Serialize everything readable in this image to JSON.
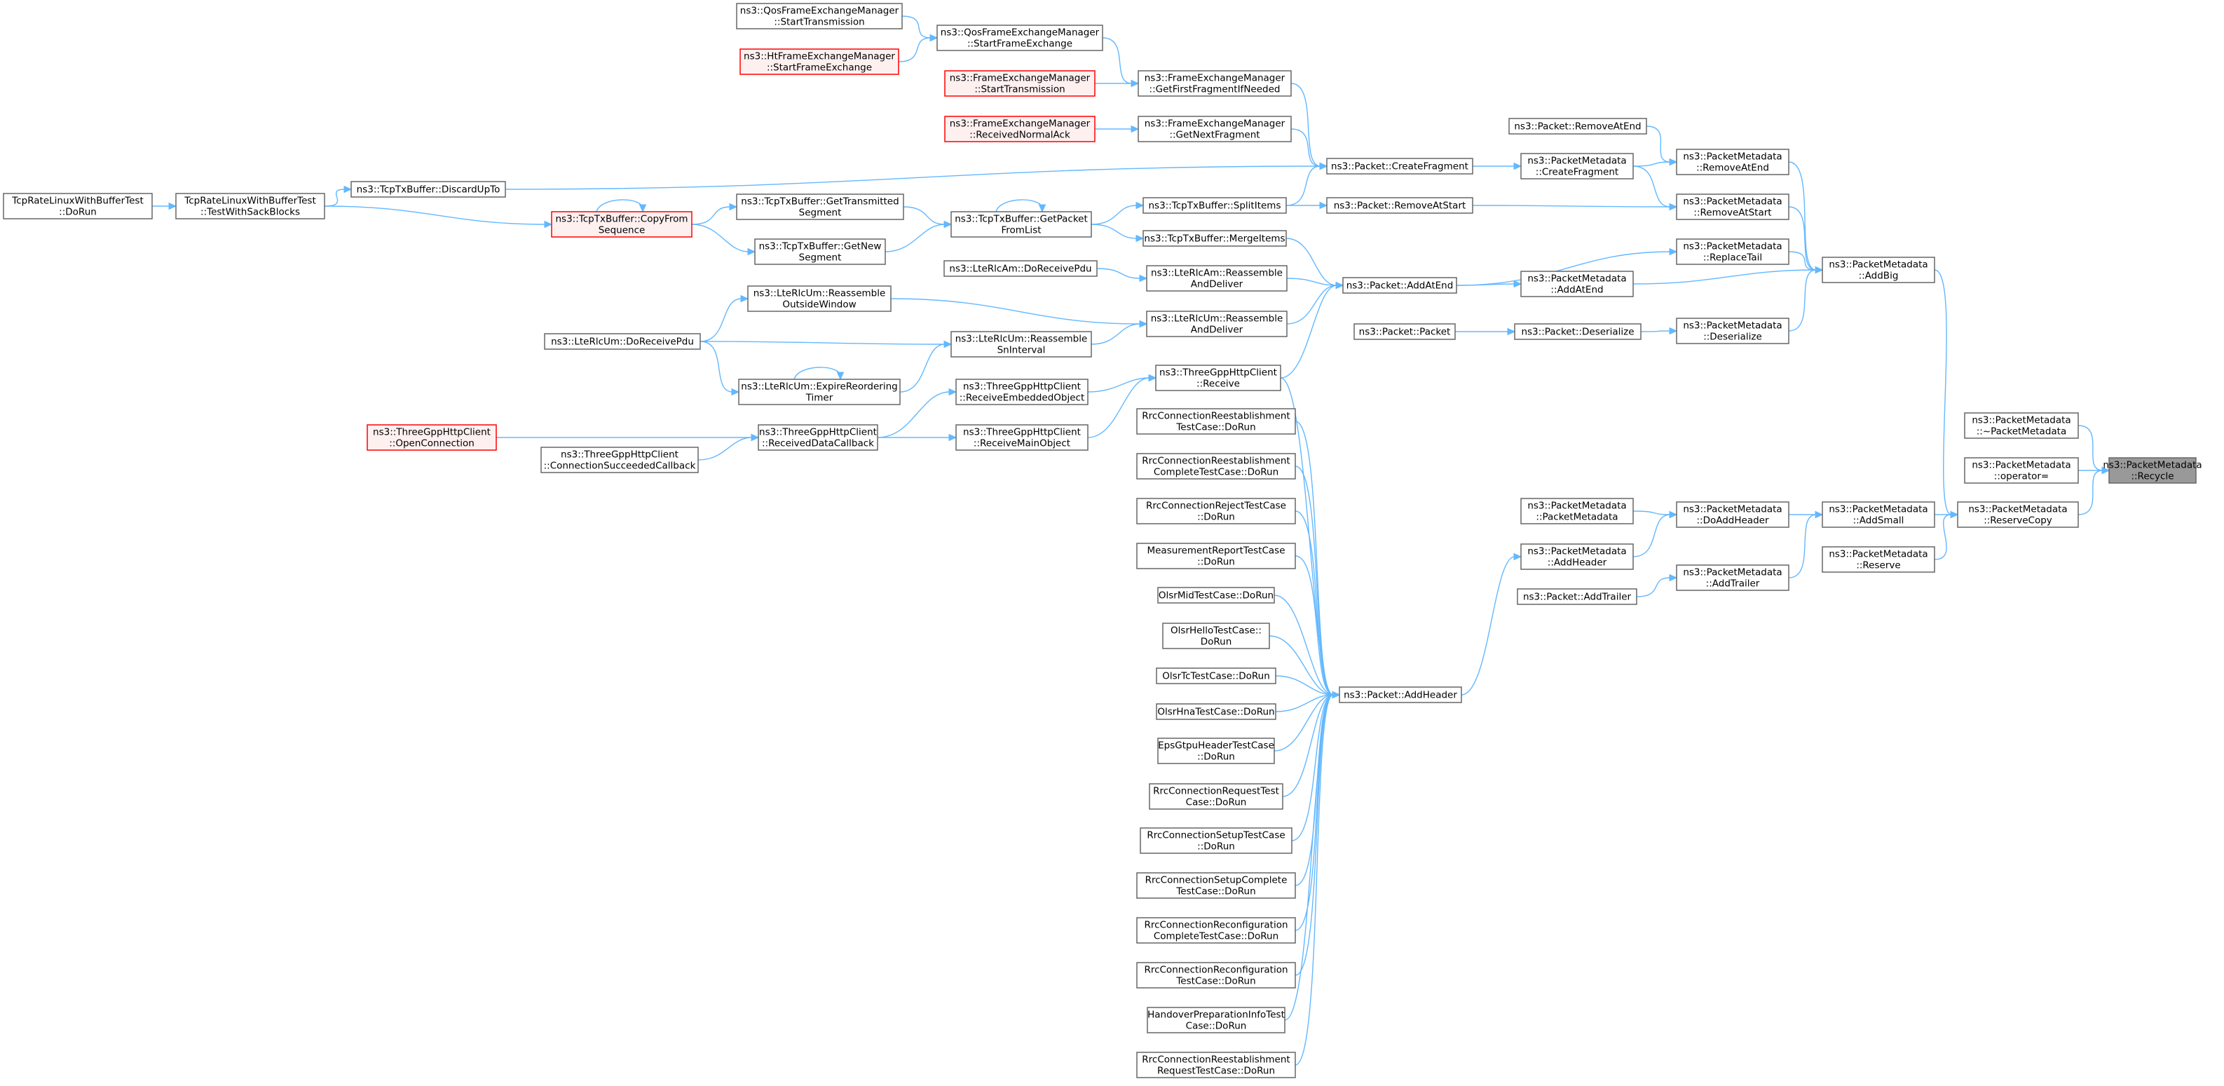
{
  "colors": {
    "edge": "#63b8ff",
    "node_border": "#666666",
    "node_fill": "#ffffff",
    "red_border": "#ff0000",
    "red_fill": "#fff0f0",
    "focus_fill": "#999999",
    "text": "#000000"
  },
  "nodes": [
    {
      "id": "recycle",
      "lines": [
        "ns3::PacketMetadata",
        "::Recycle"
      ],
      "style": "focus"
    },
    {
      "id": "dtor",
      "lines": [
        "ns3::PacketMetadata",
        "::~PacketMetadata"
      ],
      "style": "normal"
    },
    {
      "id": "opeq",
      "lines": [
        "ns3::PacketMetadata",
        "::operator="
      ],
      "style": "normal"
    },
    {
      "id": "reservecopy",
      "lines": [
        "ns3::PacketMetadata",
        "::ReserveCopy"
      ],
      "style": "normal"
    },
    {
      "id": "addbig",
      "lines": [
        "ns3::PacketMetadata",
        "::AddBig"
      ],
      "style": "normal"
    },
    {
      "id": "addsmall",
      "lines": [
        "ns3::PacketMetadata",
        "::AddSmall"
      ],
      "style": "normal"
    },
    {
      "id": "reserve",
      "lines": [
        "ns3::PacketMetadata",
        "::Reserve"
      ],
      "style": "normal"
    },
    {
      "id": "pm_removeatend",
      "lines": [
        "ns3::PacketMetadata",
        "::RemoveAtEnd"
      ],
      "style": "normal"
    },
    {
      "id": "pm_removeatstart",
      "lines": [
        "ns3::PacketMetadata",
        "::RemoveAtStart"
      ],
      "style": "normal"
    },
    {
      "id": "pm_replacetail",
      "lines": [
        "ns3::PacketMetadata",
        "::ReplaceTail"
      ],
      "style": "normal"
    },
    {
      "id": "pm_addatend",
      "lines": [
        "ns3::PacketMetadata",
        "::AddAtEnd"
      ],
      "style": "normal"
    },
    {
      "id": "pm_deserialize",
      "lines": [
        "ns3::PacketMetadata",
        "::Deserialize"
      ],
      "style": "normal"
    },
    {
      "id": "pm_doaddheader",
      "lines": [
        "ns3::PacketMetadata",
        "::DoAddHeader"
      ],
      "style": "normal"
    },
    {
      "id": "pm_addtrailer",
      "lines": [
        "ns3::PacketMetadata",
        "::AddTrailer"
      ],
      "style": "normal"
    },
    {
      "id": "pm_createfragment",
      "lines": [
        "ns3::PacketMetadata",
        "::CreateFragment"
      ],
      "style": "normal"
    },
    {
      "id": "p_removeatend",
      "lines": [
        "ns3::Packet::RemoveAtEnd"
      ],
      "style": "normal"
    },
    {
      "id": "p_createfragment",
      "lines": [
        "ns3::Packet::CreateFragment"
      ],
      "style": "normal"
    },
    {
      "id": "p_removeatstart",
      "lines": [
        "ns3::Packet::RemoveAtStart"
      ],
      "style": "normal"
    },
    {
      "id": "p_addatend",
      "lines": [
        "ns3::Packet::AddAtEnd"
      ],
      "style": "normal"
    },
    {
      "id": "p_packet",
      "lines": [
        "ns3::Packet::Packet"
      ],
      "style": "normal"
    },
    {
      "id": "p_deserialize",
      "lines": [
        "ns3::Packet::Deserialize"
      ],
      "style": "normal"
    },
    {
      "id": "pm_packetmetadata",
      "lines": [
        "ns3::PacketMetadata",
        "::PacketMetadata"
      ],
      "style": "normal"
    },
    {
      "id": "pm_addheader",
      "lines": [
        "ns3::PacketMetadata",
        "::AddHeader"
      ],
      "style": "normal"
    },
    {
      "id": "p_addtrailer",
      "lines": [
        "ns3::Packet::AddTrailer"
      ],
      "style": "normal"
    },
    {
      "id": "p_addheader",
      "lines": [
        "ns3::Packet::AddHeader"
      ],
      "style": "normal"
    },
    {
      "id": "fem_getfirst",
      "lines": [
        "ns3::FrameExchangeManager",
        "::GetFirstFragmentIfNeeded"
      ],
      "style": "normal"
    },
    {
      "id": "fem_getnext",
      "lines": [
        "ns3::FrameExchangeManager",
        "::GetNextFragment"
      ],
      "style": "normal"
    },
    {
      "id": "tcp_splititems",
      "lines": [
        "ns3::TcpTxBuffer::SplitItems"
      ],
      "style": "normal"
    },
    {
      "id": "tcp_discardupto",
      "lines": [
        "ns3::TcpTxBuffer::DiscardUpTo"
      ],
      "style": "normal"
    },
    {
      "id": "tcp_mergeitems",
      "lines": [
        "ns3::TcpTxBuffer::MergeItems"
      ],
      "style": "normal"
    },
    {
      "id": "am_reassemble",
      "lines": [
        "ns3::LteRlcAm::Reassemble",
        "AndDeliver"
      ],
      "style": "normal"
    },
    {
      "id": "um_reassemble",
      "lines": [
        "ns3::LteRlcUm::Reassemble",
        "AndDeliver"
      ],
      "style": "normal"
    },
    {
      "id": "http_receive",
      "lines": [
        "ns3::ThreeGppHttpClient",
        "::Receive"
      ],
      "style": "normal"
    },
    {
      "id": "qos_startfe",
      "lines": [
        "ns3::QosFrameExchangeManager",
        "::StartFrameExchange"
      ],
      "style": "normal"
    },
    {
      "id": "fem_starttx",
      "lines": [
        "ns3::FrameExchangeManager",
        "::StartTransmission"
      ],
      "style": "red"
    },
    {
      "id": "fem_recvack",
      "lines": [
        "ns3::FrameExchangeManager",
        "::ReceivedNormalAck"
      ],
      "style": "red"
    },
    {
      "id": "qos_starttx",
      "lines": [
        "ns3::QosFrameExchangeManager",
        "::StartTransmission"
      ],
      "style": "normal"
    },
    {
      "id": "ht_startfe",
      "lines": [
        "ns3::HtFrameExchangeManager",
        "::StartFrameExchange"
      ],
      "style": "red"
    },
    {
      "id": "tcp_getpacket",
      "lines": [
        "ns3::TcpTxBuffer::GetPacket",
        "FromList"
      ],
      "style": "normal"
    },
    {
      "id": "tcp_gettransmitted",
      "lines": [
        "ns3::TcpTxBuffer::GetTransmitted",
        "Segment"
      ],
      "style": "normal"
    },
    {
      "id": "tcp_getnew",
      "lines": [
        "ns3::TcpTxBuffer::GetNew",
        "Segment"
      ],
      "style": "normal"
    },
    {
      "id": "tcp_copyfrom",
      "lines": [
        "ns3::TcpTxBuffer::CopyFrom",
        "Sequence"
      ],
      "style": "red"
    },
    {
      "id": "tcprate_testsack",
      "lines": [
        "TcpRateLinuxWithBufferTest",
        "::TestWithSackBlocks"
      ],
      "style": "normal"
    },
    {
      "id": "tcprate_dorun",
      "lines": [
        "TcpRateLinuxWithBufferTest",
        "::DoRun"
      ],
      "style": "normal"
    },
    {
      "id": "am_doreceive",
      "lines": [
        "ns3::LteRlcAm::DoReceivePdu"
      ],
      "style": "normal"
    },
    {
      "id": "um_snint",
      "lines": [
        "ns3::LteRlcUm::Reassemble",
        "SnInterval"
      ],
      "style": "normal"
    },
    {
      "id": "um_outside",
      "lines": [
        "ns3::LteRlcUm::Reassemble",
        "OutsideWindow"
      ],
      "style": "normal"
    },
    {
      "id": "um_doreceive",
      "lines": [
        "ns3::LteRlcUm::DoReceivePdu"
      ],
      "style": "normal"
    },
    {
      "id": "um_expire",
      "lines": [
        "ns3::LteRlcUm::ExpireReordering",
        "Timer"
      ],
      "style": "normal"
    },
    {
      "id": "http_recvembedded",
      "lines": [
        "ns3::ThreeGppHttpClient",
        "::ReceiveEmbeddedObject"
      ],
      "style": "normal"
    },
    {
      "id": "http_recvmain",
      "lines": [
        "ns3::ThreeGppHttpClient",
        "::ReceiveMainObject"
      ],
      "style": "normal"
    },
    {
      "id": "http_recvdata",
      "lines": [
        "ns3::ThreeGppHttpClient",
        "::ReceivedDataCallback"
      ],
      "style": "normal"
    },
    {
      "id": "http_connsucc",
      "lines": [
        "ns3::ThreeGppHttpClient",
        "::ConnectionSucceededCallback"
      ],
      "style": "normal"
    },
    {
      "id": "http_openconn",
      "lines": [
        "ns3::ThreeGppHttpClient",
        "::OpenConnection"
      ],
      "style": "red"
    },
    {
      "id": "t1",
      "lines": [
        "RrcConnectionReestablishment",
        "TestCase::DoRun"
      ],
      "style": "normal"
    },
    {
      "id": "t2",
      "lines": [
        "RrcConnectionReestablishment",
        "CompleteTestCase::DoRun"
      ],
      "style": "normal"
    },
    {
      "id": "t3",
      "lines": [
        "RrcConnectionRejectTestCase",
        "::DoRun"
      ],
      "style": "normal"
    },
    {
      "id": "t4",
      "lines": [
        "MeasurementReportTestCase",
        "::DoRun"
      ],
      "style": "normal"
    },
    {
      "id": "t5",
      "lines": [
        "OlsrMidTestCase::DoRun"
      ],
      "style": "normal"
    },
    {
      "id": "t6",
      "lines": [
        "OlsrHelloTestCase::",
        "DoRun"
      ],
      "style": "normal"
    },
    {
      "id": "t7",
      "lines": [
        "OlsrTcTestCase::DoRun"
      ],
      "style": "normal"
    },
    {
      "id": "t8",
      "lines": [
        "OlsrHnaTestCase::DoRun"
      ],
      "style": "normal"
    },
    {
      "id": "t9",
      "lines": [
        "EpsGtpuHeaderTestCase",
        "::DoRun"
      ],
      "style": "normal"
    },
    {
      "id": "t10",
      "lines": [
        "RrcConnectionRequestTest",
        "Case::DoRun"
      ],
      "style": "normal"
    },
    {
      "id": "t11",
      "lines": [
        "RrcConnectionSetupTestCase",
        "::DoRun"
      ],
      "style": "normal"
    },
    {
      "id": "t12",
      "lines": [
        "RrcConnectionSetupComplete",
        "TestCase::DoRun"
      ],
      "style": "normal"
    },
    {
      "id": "t13",
      "lines": [
        "RrcConnectionReconfiguration",
        "CompleteTestCase::DoRun"
      ],
      "style": "normal"
    },
    {
      "id": "t14",
      "lines": [
        "RrcConnectionReconfiguration",
        "TestCase::DoRun"
      ],
      "style": "normal"
    },
    {
      "id": "t15",
      "lines": [
        "HandoverPreparationInfoTest",
        "Case::DoRun"
      ],
      "style": "normal"
    },
    {
      "id": "t16",
      "lines": [
        "RrcConnectionReestablishment",
        "RequestTestCase::DoRun"
      ],
      "style": "normal"
    }
  ],
  "edges": [
    [
      "dtor",
      "recycle"
    ],
    [
      "opeq",
      "recycle"
    ],
    [
      "reservecopy",
      "recycle"
    ],
    [
      "addbig",
      "reservecopy"
    ],
    [
      "addsmall",
      "reservecopy"
    ],
    [
      "reserve",
      "reservecopy"
    ],
    [
      "pm_removeatend",
      "addbig"
    ],
    [
      "pm_removeatstart",
      "addbig"
    ],
    [
      "pm_replacetail",
      "addbig"
    ],
    [
      "pm_addatend",
      "addbig"
    ],
    [
      "pm_deserialize",
      "addbig"
    ],
    [
      "pm_doaddheader",
      "addsmall"
    ],
    [
      "pm_addtrailer",
      "addsmall"
    ],
    [
      "pm_createfragment",
      "pm_removeatend"
    ],
    [
      "pm_createfragment",
      "pm_removeatstart"
    ],
    [
      "p_removeatend",
      "pm_removeatend"
    ],
    [
      "p_removeatstart",
      "pm_removeatstart"
    ],
    [
      "p_addatend",
      "pm_replacetail"
    ],
    [
      "p_addatend",
      "pm_addatend"
    ],
    [
      "p_deserialize",
      "pm_deserialize"
    ],
    [
      "pm_packetmetadata",
      "pm_doaddheader"
    ],
    [
      "pm_addheader",
      "pm_doaddheader"
    ],
    [
      "p_addtrailer",
      "pm_addtrailer"
    ],
    [
      "p_addheader",
      "pm_addheader"
    ],
    [
      "p_createfragment",
      "pm_createfragment"
    ],
    [
      "p_packet",
      "p_deserialize"
    ],
    [
      "fem_getfirst",
      "p_createfragment"
    ],
    [
      "fem_getnext",
      "p_createfragment"
    ],
    [
      "tcp_splititems",
      "p_createfragment"
    ],
    [
      "tcp_discardupto",
      "p_createfragment"
    ],
    [
      "tcp_splititems",
      "p_removeatstart"
    ],
    [
      "tcp_mergeitems",
      "p_addatend"
    ],
    [
      "am_reassemble",
      "p_addatend"
    ],
    [
      "um_reassemble",
      "p_addatend"
    ],
    [
      "http_receive",
      "p_addatend"
    ],
    [
      "qos_startfe",
      "fem_getfirst"
    ],
    [
      "fem_starttx",
      "fem_getfirst"
    ],
    [
      "fem_recvack",
      "fem_getnext"
    ],
    [
      "qos_starttx",
      "qos_startfe"
    ],
    [
      "ht_startfe",
      "qos_startfe"
    ],
    [
      "tcp_getpacket",
      "tcp_splititems"
    ],
    [
      "tcp_getpacket",
      "tcp_mergeitems"
    ],
    [
      "tcp_getpacket",
      "tcp_getpacket"
    ],
    [
      "tcp_gettransmitted",
      "tcp_getpacket"
    ],
    [
      "tcp_getnew",
      "tcp_getpacket"
    ],
    [
      "tcp_copyfrom",
      "tcp_gettransmitted"
    ],
    [
      "tcp_copyfrom",
      "tcp_getnew"
    ],
    [
      "tcp_copyfrom",
      "tcp_copyfrom"
    ],
    [
      "tcprate_testsack",
      "tcp_discardupto"
    ],
    [
      "tcprate_testsack",
      "tcp_copyfrom"
    ],
    [
      "tcprate_dorun",
      "tcprate_testsack"
    ],
    [
      "am_doreceive",
      "am_reassemble"
    ],
    [
      "um_snint",
      "um_reassemble"
    ],
    [
      "um_outside",
      "um_reassemble"
    ],
    [
      "um_doreceive",
      "um_outside"
    ],
    [
      "um_doreceive",
      "um_snint"
    ],
    [
      "um_doreceive",
      "um_expire"
    ],
    [
      "um_expire",
      "um_snint"
    ],
    [
      "um_expire",
      "um_expire"
    ],
    [
      "http_recvembedded",
      "http_receive"
    ],
    [
      "http_recvmain",
      "http_receive"
    ],
    [
      "http_recvdata",
      "http_recvembedded"
    ],
    [
      "http_recvdata",
      "http_recvmain"
    ],
    [
      "http_connsucc",
      "http_recvdata"
    ],
    [
      "http_openconn",
      "http_recvdata"
    ],
    [
      "http_receive",
      "p_addheader"
    ],
    [
      "t1",
      "p_addheader"
    ],
    [
      "t2",
      "p_addheader"
    ],
    [
      "t3",
      "p_addheader"
    ],
    [
      "t4",
      "p_addheader"
    ],
    [
      "t5",
      "p_addheader"
    ],
    [
      "t6",
      "p_addheader"
    ],
    [
      "t7",
      "p_addheader"
    ],
    [
      "t8",
      "p_addheader"
    ],
    [
      "t9",
      "p_addheader"
    ],
    [
      "t10",
      "p_addheader"
    ],
    [
      "t11",
      "p_addheader"
    ],
    [
      "t12",
      "p_addheader"
    ],
    [
      "t13",
      "p_addheader"
    ],
    [
      "t14",
      "p_addheader"
    ],
    [
      "t15",
      "p_addheader"
    ],
    [
      "t16",
      "p_addheader"
    ]
  ]
}
